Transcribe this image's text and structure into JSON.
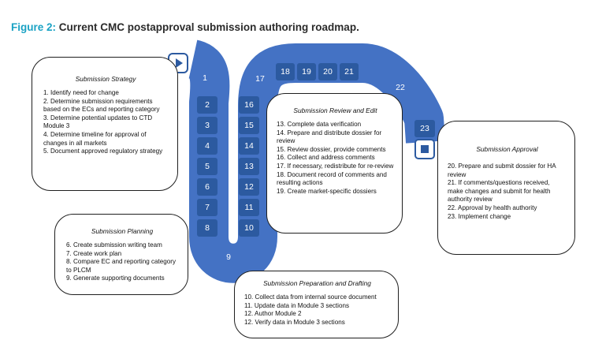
{
  "figure": {
    "label": "Figure 2:",
    "title": "Current CMC postapproval submission authoring roadmap."
  },
  "colors": {
    "road": "#4472c4",
    "road_dark": "#2c5aa0",
    "caption_accent": "#1aa2c4"
  },
  "icons": {
    "start": "play-triangle",
    "end": "stop-square"
  },
  "steps": [
    "1",
    "2",
    "3",
    "4",
    "5",
    "6",
    "7",
    "8",
    "9",
    "10",
    "11",
    "12",
    "13",
    "14",
    "15",
    "16",
    "17",
    "18",
    "19",
    "20",
    "21",
    "22",
    "23"
  ],
  "boxes": {
    "strategy": {
      "title": "Submission Strategy",
      "items": [
        "1. Identify need for change",
        "2. Determine submission requirements based on the ECs and reporting category",
        "3. Determine potential updates to CTD Module 3",
        "4. Determine timeline for approval of changes in all markets",
        "5. Document approved regulatory strategy"
      ]
    },
    "planning": {
      "title": "Submission Planning",
      "items": [
        "6. Create submission writing team",
        "7. Create work plan",
        "8. Compare EC and reporting category to PLCM",
        "9. Generate supporting documents"
      ]
    },
    "preparation": {
      "title": "Submission Preparation and Drafting",
      "items": [
        "10. Collect data from internal source document",
        "11. Update data in Module 3 sections",
        "12. Author Module 2",
        "12. Verify data in Module 3 sections"
      ]
    },
    "review": {
      "title": "Submission Review and Edit",
      "items": [
        "13. Complete data verification",
        "14. Prepare and distribute dossier for review",
        "15. Review dossier, provide comments",
        "16. Collect and address comments",
        "17. If necessary, redistribute for re-review",
        "18. Document record of comments and resulting actions",
        "19. Create market-specific dossiers"
      ]
    },
    "approval": {
      "title": "Submission Approval",
      "items": [
        "20. Prepare and submit dossier for HA review",
        "21. If comments/questions received, make changes and submit for health authority review",
        "22. Approval by health authority",
        "23. Implement change"
      ]
    }
  }
}
